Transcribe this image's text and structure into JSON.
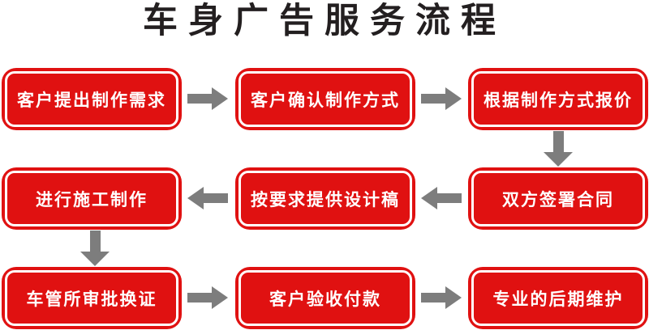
{
  "title": "车身广告服务流程",
  "colors": {
    "background": "#ffffff",
    "box_red": "#e01111",
    "box_ring_white": "#ffffff",
    "label_white": "#ffffff",
    "arrow_gray": "#7d7d7d",
    "title_color": "#231f20"
  },
  "flow": {
    "nodes": [
      {
        "step": 1,
        "label": "客户提出制作需求"
      },
      {
        "step": 2,
        "label": "客户确认制作方式"
      },
      {
        "step": 3,
        "label": "根据制作方式报价"
      },
      {
        "step": 4,
        "label": "双方签署合同"
      },
      {
        "step": 5,
        "label": "按要求提供设计稿"
      },
      {
        "step": 6,
        "label": "进行施工制作"
      },
      {
        "step": 7,
        "label": "车管所审批换证"
      },
      {
        "step": 8,
        "label": "客户验收付款"
      },
      {
        "step": 9,
        "label": "专业的后期维护"
      }
    ],
    "connections": [
      {
        "from": 1,
        "to": 2,
        "direction": "right"
      },
      {
        "from": 2,
        "to": 3,
        "direction": "right"
      },
      {
        "from": 3,
        "to": 4,
        "direction": "down"
      },
      {
        "from": 4,
        "to": 5,
        "direction": "left"
      },
      {
        "from": 5,
        "to": 6,
        "direction": "left"
      },
      {
        "from": 6,
        "to": 7,
        "direction": "down"
      },
      {
        "from": 7,
        "to": 8,
        "direction": "right"
      },
      {
        "from": 8,
        "to": 9,
        "direction": "right"
      }
    ]
  }
}
